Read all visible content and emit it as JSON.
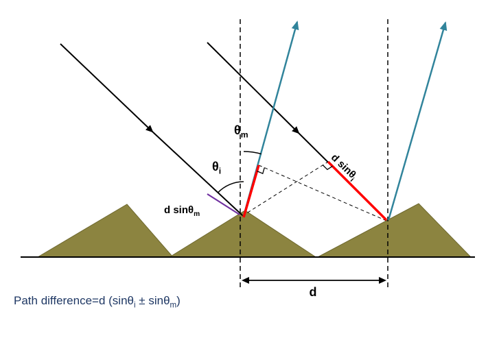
{
  "colors": {
    "ink": "#000000",
    "incident_ray": "#000000",
    "diffracted_ray": "#31849B",
    "path_segment": "#FF0000",
    "leader": "#7030A0",
    "groove_fill": "#8C8440",
    "groove_edge": "#6E682F",
    "formula_text": "#1F3864"
  },
  "labels": {
    "theta_m": {
      "base": "θ",
      "sub": "m"
    },
    "theta_i": {
      "base": "θ",
      "sub": "i"
    },
    "d_sin_theta_i": {
      "base": "d sinθ",
      "sub": "i"
    },
    "d_sin_theta_m": {
      "base": "d sinθ",
      "sub": "m"
    },
    "groove_spacing": "d",
    "formula": {
      "prefix": "Path difference=d (sinθ",
      "sub_i": "i",
      "middle": " ± sinθ",
      "sub_m": "m",
      "suffix": ")"
    }
  }
}
